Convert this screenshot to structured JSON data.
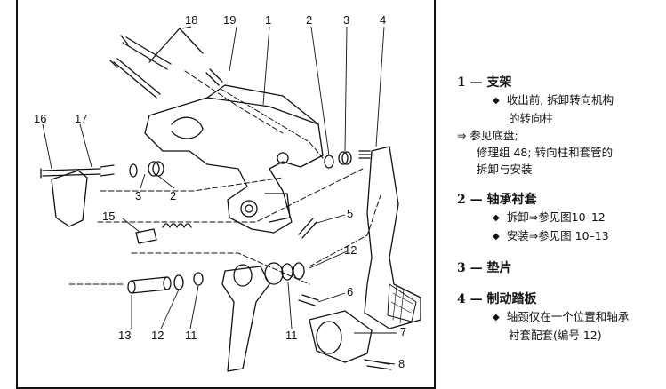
{
  "diagram": {
    "callouts": [
      "18",
      "19",
      "1",
      "2",
      "3",
      "4",
      "16",
      "17",
      "3",
      "2",
      "15",
      "5",
      "12",
      "6",
      "13",
      "12",
      "11",
      "11",
      "7",
      "8"
    ]
  },
  "notes": {
    "item1": {
      "head": "1 — 支架",
      "l1": "收出前, 拆卸转向机构",
      "l2": "的转向柱",
      "l3": "⇒ 参见底盘;",
      "l4": "修理组 48; 转向柱和套管的",
      "l5": "拆卸与安装"
    },
    "item2": {
      "head": "2 — 轴承衬套",
      "l1": "拆卸⇒参见图10–12",
      "l2": "安装⇒参见图 10–13"
    },
    "item3": {
      "head": "3 — 垫片"
    },
    "item4": {
      "head": "4 — 制动踏板",
      "l1": "轴颈仅在一个位置和轴承",
      "l2": "衬套配套(编号 12)"
    }
  }
}
